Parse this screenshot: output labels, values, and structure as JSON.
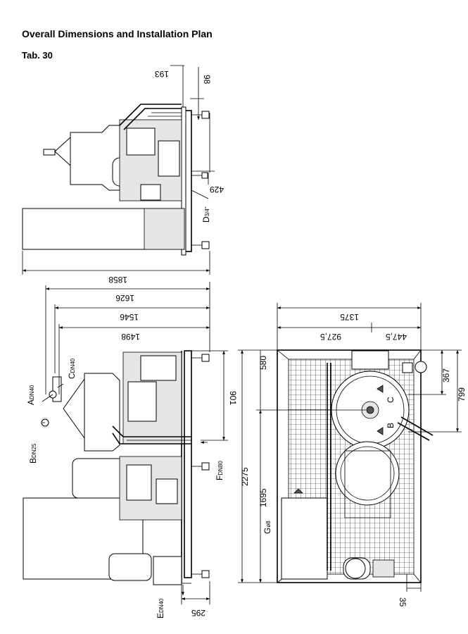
{
  "page": {
    "title": "Overall Dimensions and Installation Plan",
    "table_ref": "Tab. 30"
  },
  "top_view": {
    "dims": {
      "d193": "193",
      "d98": "98",
      "d429": "429",
      "d1858": "1858"
    },
    "labels": {
      "D": "D",
      "D_sub": "3/4\""
    }
  },
  "side_view": {
    "dims": {
      "d1626": "1626",
      "d1546": "1546",
      "d1498": "1498",
      "d901": "901",
      "d295": "295"
    },
    "labels": {
      "A": "A",
      "A_sub": "DN40",
      "B": "B",
      "B_sub": "DN25",
      "C": "C",
      "C_sub": "DN40",
      "E": "E",
      "E_sub": "DN40",
      "F": "F",
      "F_sub": "DN80"
    }
  },
  "plan_view": {
    "dims": {
      "d1375": "1375",
      "d927": "927,5",
      "d447": "447,5",
      "d580": "580",
      "d2275": "2275",
      "d1695": "1695",
      "d367": "367",
      "d799": "799",
      "d35": "35"
    },
    "labels": {
      "G": "G",
      "G_sub": "ø8",
      "C": "C",
      "B": "B"
    }
  }
}
